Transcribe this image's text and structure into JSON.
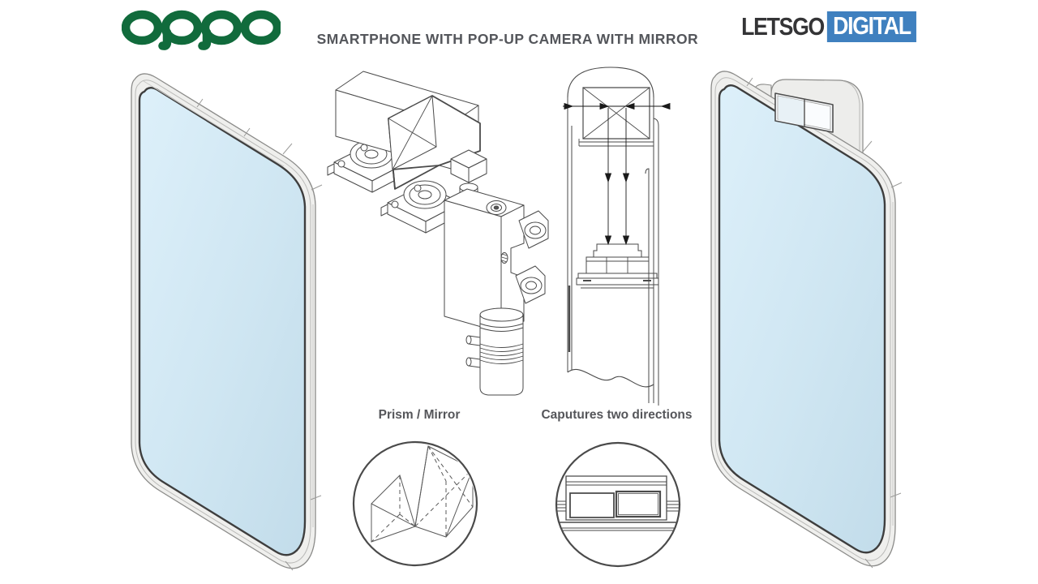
{
  "header": {
    "brand_logo": "oppo",
    "title": "SMARTPHONE WITH POP-UP CAMERA WITH MIRROR",
    "site_logo": {
      "letsgo": "LETSGO",
      "digital": "DIGITAL"
    }
  },
  "captions": {
    "prism": "Prism / Mirror",
    "directions": "Caputures two directions"
  },
  "colors": {
    "oppo_green": "#116B3C",
    "letsgo_text": "#343436",
    "digital_bg": "#3F80BF",
    "digital_text": "#FFFFFF",
    "title_text": "#54565B",
    "caption_text": "#55565A",
    "screen_blue_light": "#DDF0FA",
    "screen_blue_dark": "#C2DCEA",
    "frame_gray": "#EFEFED",
    "line_art": "#4A4A4A"
  }
}
